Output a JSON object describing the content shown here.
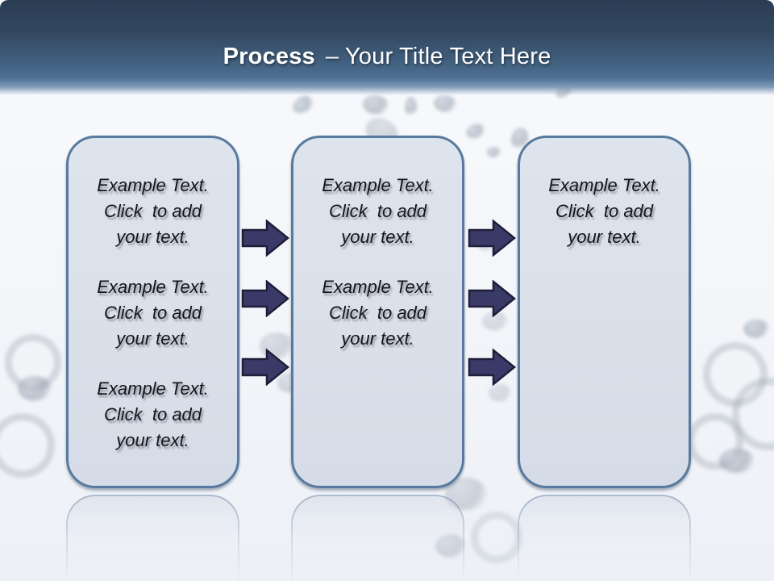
{
  "title": {
    "bold": "Process",
    "rest": "– Your Title Text Here"
  },
  "placeholder": {
    "lines": [
      "Example Text.",
      "Click  to add",
      "your text."
    ]
  },
  "process": {
    "columns": [
      {
        "name": "step-1",
        "text_blocks": 3
      },
      {
        "name": "step-2",
        "text_blocks": 2
      },
      {
        "name": "step-3",
        "text_blocks": 1
      }
    ],
    "arrow_rows_per_gap": 3,
    "arrow_gaps": 2
  },
  "colors": {
    "header_top": "#2b3d54",
    "header_bottom": "#4e7095",
    "title_text": "#ffffff",
    "box_fill": "#dbe1eb",
    "box_border": "#587a9e",
    "body_text": "#14141d",
    "arrow_fill": "#3a3a68",
    "arrow_border": "#1e1e3a"
  }
}
